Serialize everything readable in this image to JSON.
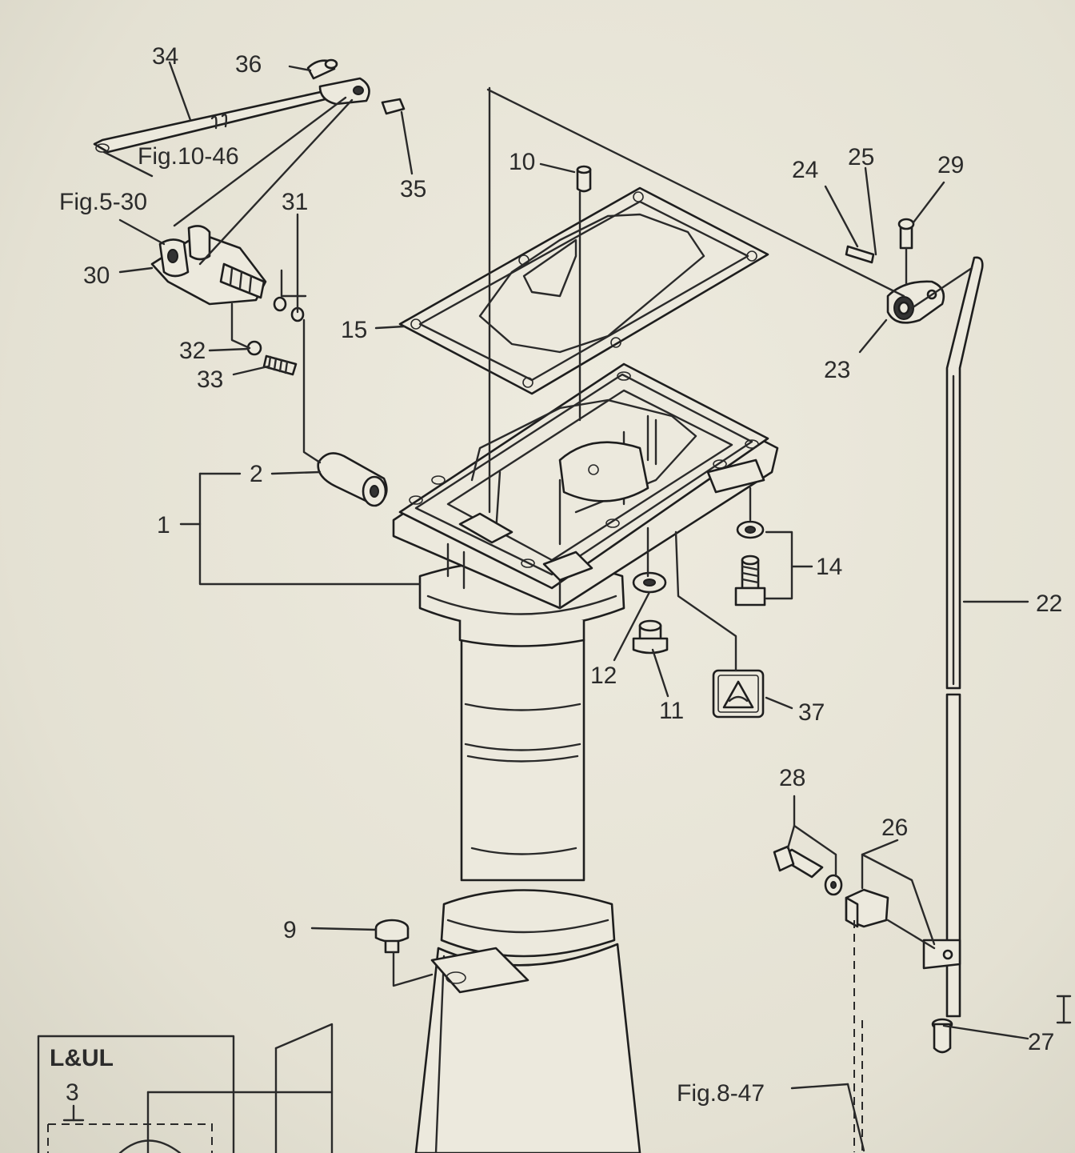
{
  "parts": {
    "p1": "1",
    "p2": "2",
    "p3": "3",
    "p9": "9",
    "p10": "10",
    "p11": "11",
    "p12": "12",
    "p14": "14",
    "p15": "15",
    "p22": "22",
    "p23": "23",
    "p24": "24",
    "p25": "25",
    "p26": "26",
    "p27": "27",
    "p28": "28",
    "p29": "29",
    "p30": "30",
    "p31": "31",
    "p32": "32",
    "p33": "33",
    "p34": "34",
    "p35": "35",
    "p36": "36",
    "p37": "37"
  },
  "references": {
    "fig10_46": "Fig.10-46",
    "fig5_30": "Fig.5-30",
    "fig8_47": "Fig.8-47"
  },
  "inset": {
    "title": "L&UL"
  }
}
